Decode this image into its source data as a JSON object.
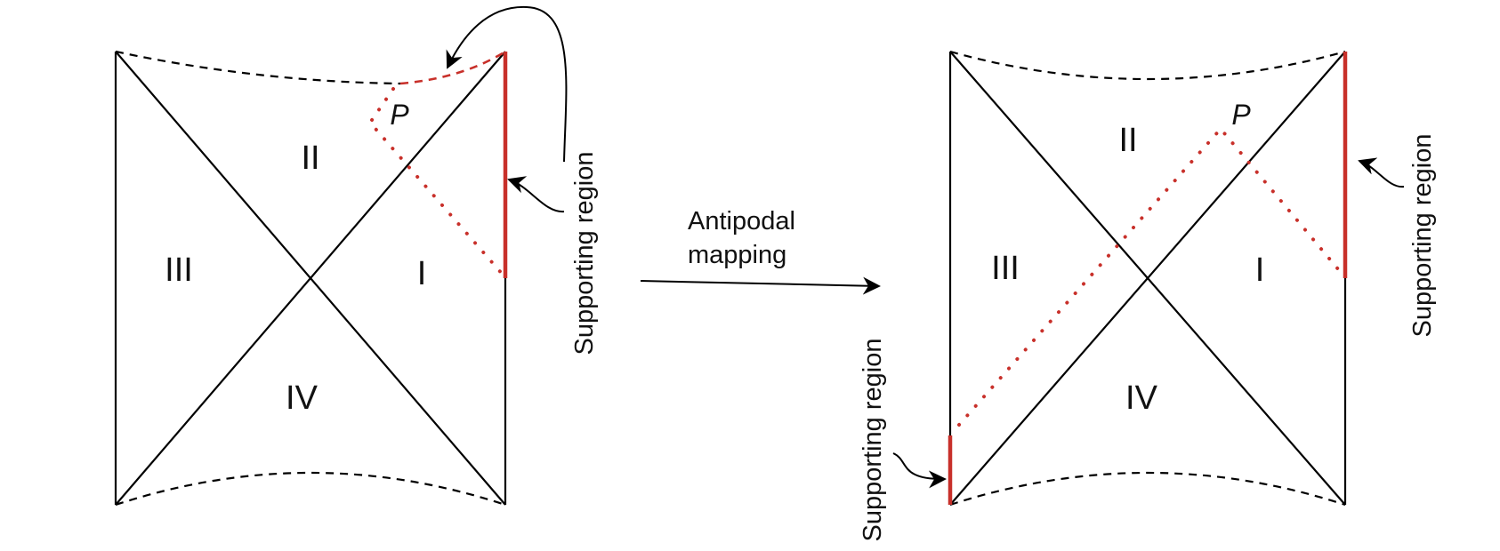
{
  "colors": {
    "accent_red": "#c8302a",
    "line": "#000000"
  },
  "left_diagram": {
    "region_I": "I",
    "region_II": "II",
    "region_III": "III",
    "region_IV": "IV",
    "point_label": "P",
    "support_label": "Supporting region"
  },
  "mapping": {
    "line1": "Antipodal",
    "line2": "mapping"
  },
  "right_diagram": {
    "region_I": "I",
    "region_II": "II",
    "region_III": "III",
    "region_IV": "IV",
    "point_label": "P",
    "support_label_right": "Supporting region",
    "support_label_left": "Supporting region"
  }
}
